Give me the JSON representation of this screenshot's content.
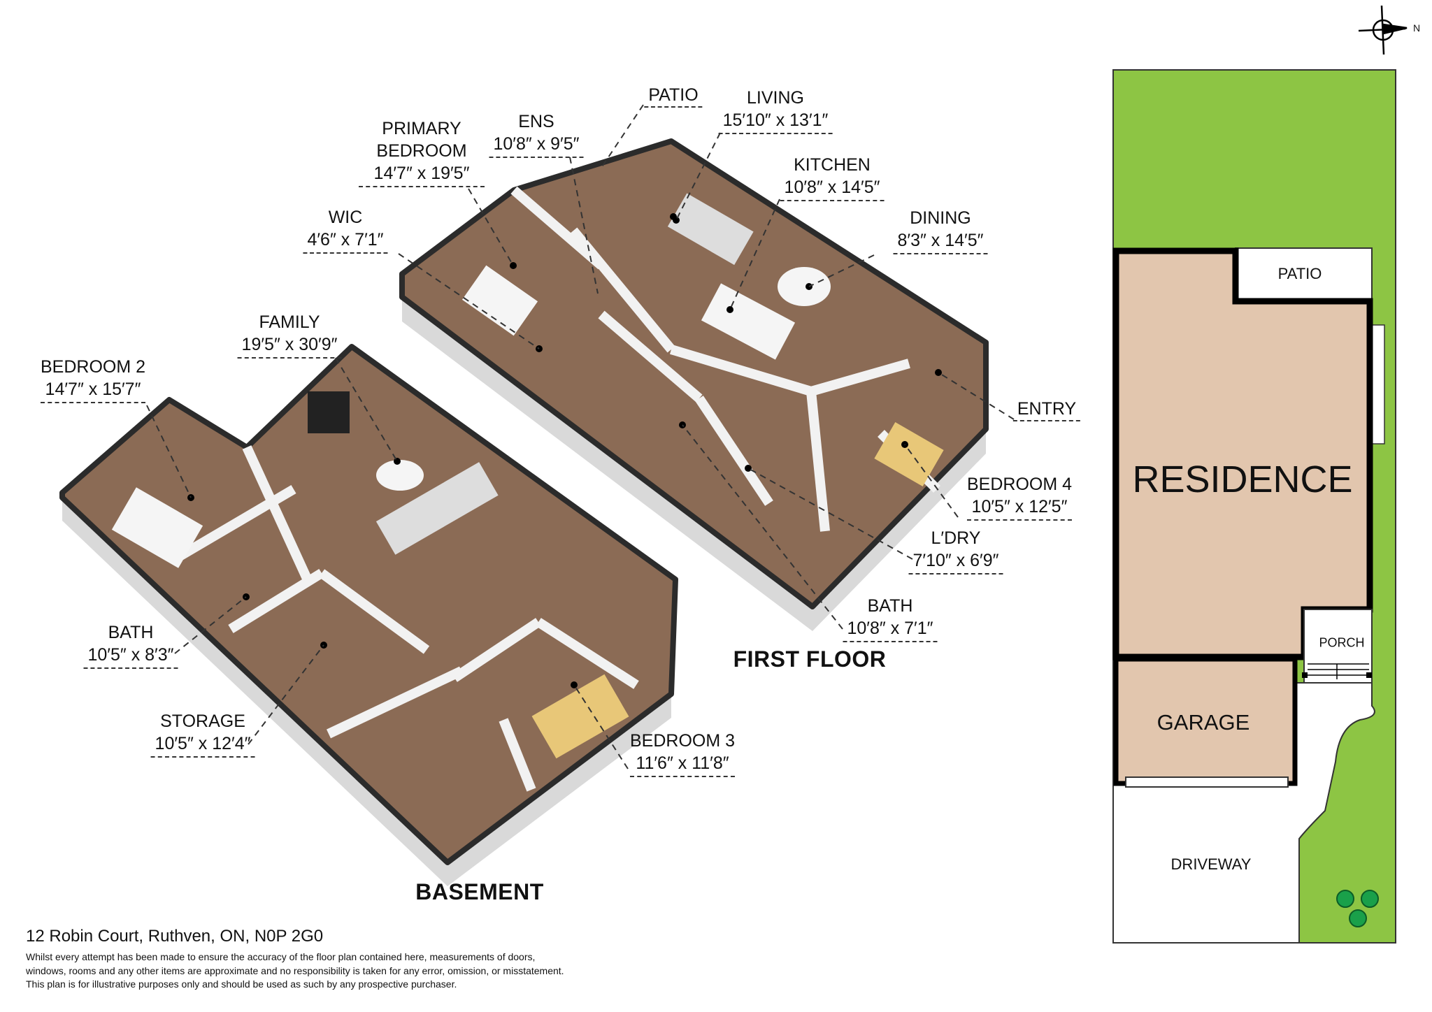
{
  "first_floor": {
    "title": "FIRST FLOOR",
    "rooms": [
      {
        "name": "PATIO",
        "dims": ""
      },
      {
        "name": "LIVING",
        "dims": "15′10″ x 13′1″"
      },
      {
        "name": "ENS",
        "dims": "10′8″ x 9′5″"
      },
      {
        "name": "PRIMARY BEDROOM",
        "dims": "14′7″ x 19′5″"
      },
      {
        "name": "KITCHEN",
        "dims": "10′8″ x 14′5″"
      },
      {
        "name": "DINING",
        "dims": "8′3″ x 14′5″"
      },
      {
        "name": "WIC",
        "dims": "4′6″ x 7′1″"
      },
      {
        "name": "ENTRY",
        "dims": ""
      },
      {
        "name": "BEDROOM 4",
        "dims": "10′5″ x 12′5″"
      },
      {
        "name": "L′DRY",
        "dims": "7′10″ x 6′9″"
      },
      {
        "name": "BATH",
        "dims": "10′8″ x 7′1″"
      }
    ]
  },
  "basement": {
    "title": "BASEMENT",
    "rooms": [
      {
        "name": "FAMILY",
        "dims": "19′5″ x 30′9″"
      },
      {
        "name": "BEDROOM 2",
        "dims": "14′7″ x 15′7″"
      },
      {
        "name": "BATH",
        "dims": "10′5″ x 8′3″"
      },
      {
        "name": "STORAGE",
        "dims": "10′5″ x 12′4″"
      },
      {
        "name": "BEDROOM 3",
        "dims": "11′6″ x 11′8″"
      }
    ]
  },
  "site_plan": {
    "compass_label": "N",
    "patio": "PATIO",
    "residence": "RESIDENCE",
    "porch": "PORCH",
    "garage": "GARAGE",
    "driveway": "DRIVEWAY",
    "colors": {
      "lawn": "#8dc544",
      "building": "#e2c6ae"
    }
  },
  "footer": {
    "address": "12 Robin Court, Ruthven, ON, N0P 2G0",
    "disclaimer": [
      "Whilst every attempt has been made to ensure the accuracy of the floor plan contained here, measurements of doors,",
      "windows, rooms and any other items are approximate and no responsibility is taken for any error, omission, or misstatement.",
      "This plan is for illustrative purposes only and should be used as such by any prospective purchaser."
    ]
  }
}
